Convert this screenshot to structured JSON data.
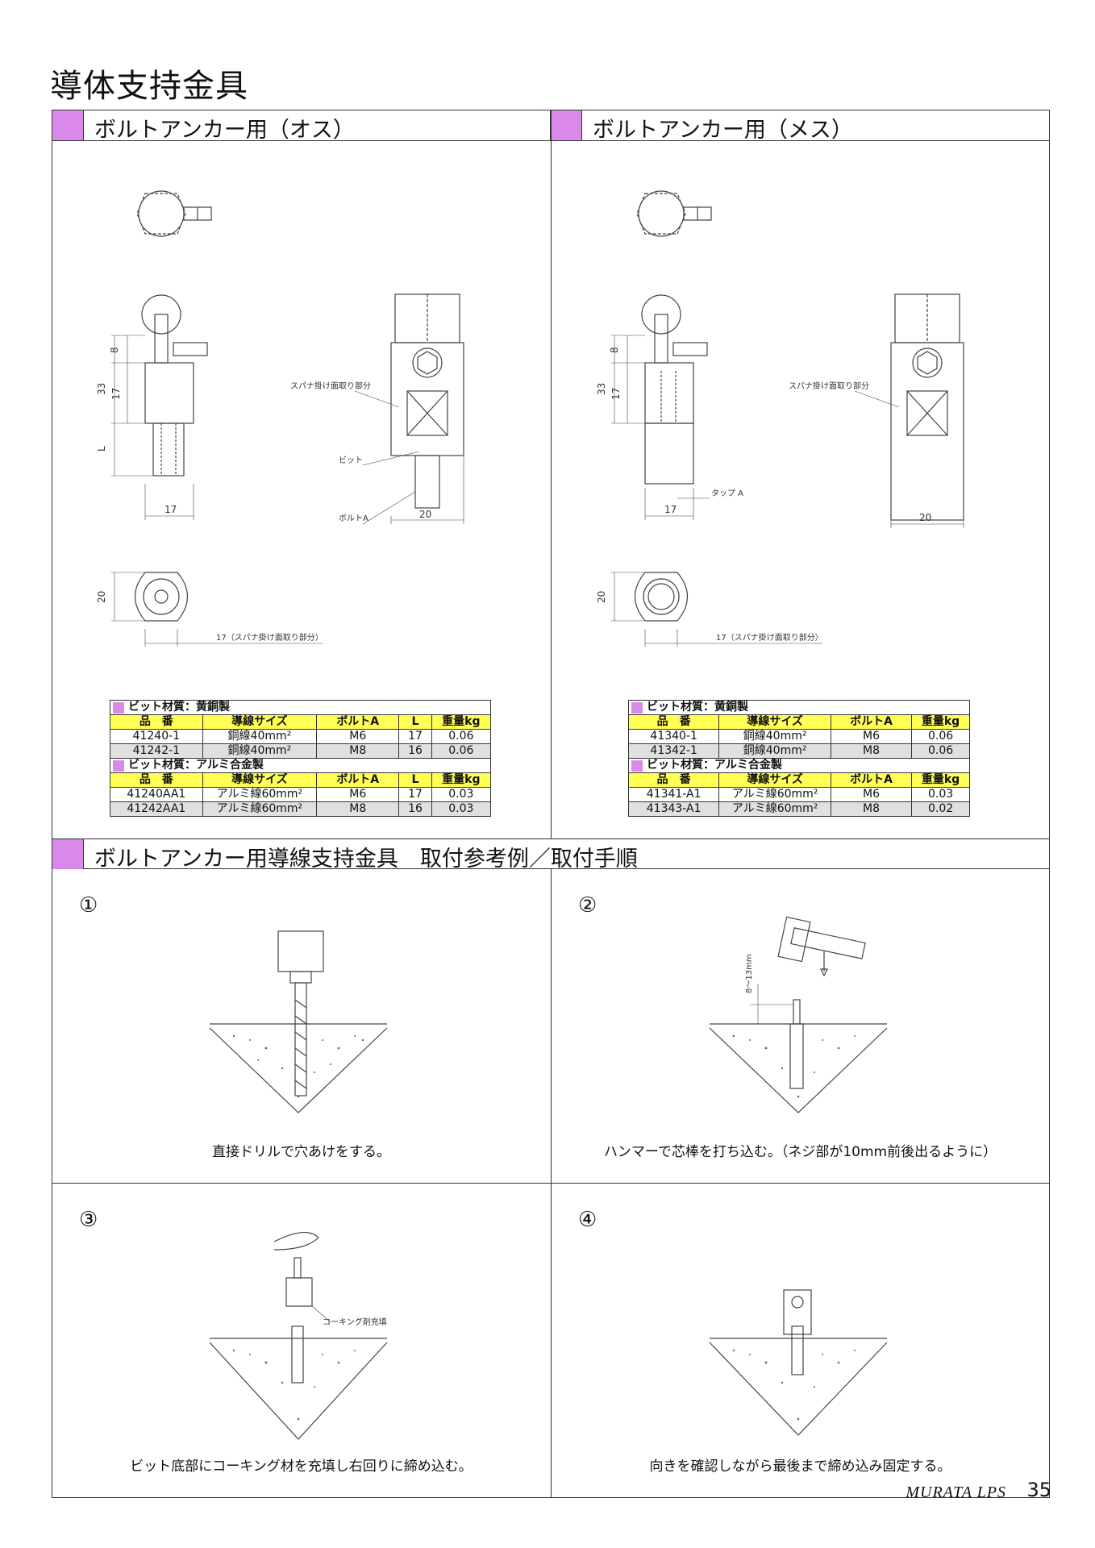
{
  "page_title": "導体支持金具",
  "sections": {
    "male": "ボルトアンカー用（オス）",
    "female": "ボルトアンカー用（メス）",
    "procedure": "ボルトアンカー用導線支持金具　取付参考例／取付手順"
  },
  "drawing_labels": {
    "spanner": "スパナ掛け面取り部分",
    "bit": "ビット",
    "bolt_a": "ボルトA",
    "tap_a": "タップ A",
    "spanner_paren": "17（スパナ掛け面取り部分）",
    "dim_8": "8",
    "dim_33": "33",
    "dim_17": "17",
    "dim_L": "L",
    "dim_20": "20",
    "depth": "8〜13mm",
    "caulking": "コーキング剤充填"
  },
  "male_table": {
    "group1_title": "ビット材質：黄銅製",
    "group2_title": "ビット材質：アルミ合金製",
    "headers": [
      "品　番",
      "導線サイズ",
      "ボルトA",
      "L",
      "重量kg"
    ],
    "group1_rows": [
      [
        "41240-1",
        "銅線40mm²",
        "M6",
        "17",
        "0.06"
      ],
      [
        "41242-1",
        "銅線40mm²",
        "M8",
        "16",
        "0.06"
      ]
    ],
    "group2_rows": [
      [
        "41240AA1",
        "アルミ線60mm²",
        "M6",
        "17",
        "0.03"
      ],
      [
        "41242AA1",
        "アルミ線60mm²",
        "M8",
        "16",
        "0.03"
      ]
    ]
  },
  "female_table": {
    "group1_title": "ビット材質：黄銅製",
    "group2_title": "ビット材質：アルミ合金製",
    "headers": [
      "品　番",
      "導線サイズ",
      "ボルトA",
      "重量kg"
    ],
    "group1_rows": [
      [
        "41340-1",
        "銅線40mm²",
        "M6",
        "0.06"
      ],
      [
        "41342-1",
        "銅線40mm²",
        "M8",
        "0.06"
      ]
    ],
    "group2_rows": [
      [
        "41341-A1",
        "アルミ線60mm²",
        "M6",
        "0.03"
      ],
      [
        "41343-A1",
        "アルミ線60mm²",
        "M8",
        "0.02"
      ]
    ]
  },
  "steps": [
    {
      "num": "①",
      "caption": "直接ドリルで穴あけをする。"
    },
    {
      "num": "②",
      "caption": "ハンマーで芯棒を打ち込む。（ネジ部が10mm前後出るように）"
    },
    {
      "num": "③",
      "caption": "ビット底部にコーキング材を充填し右回りに締め込む。"
    },
    {
      "num": "④",
      "caption": "向きを確認しながら最後まで締め込み固定する。"
    }
  ],
  "footer": {
    "brand": "MURATA LPS",
    "page": "35"
  },
  "colors": {
    "accent": "#d98ae8",
    "table_header": "#ffff55",
    "row_shade": "#e0e0e0"
  }
}
